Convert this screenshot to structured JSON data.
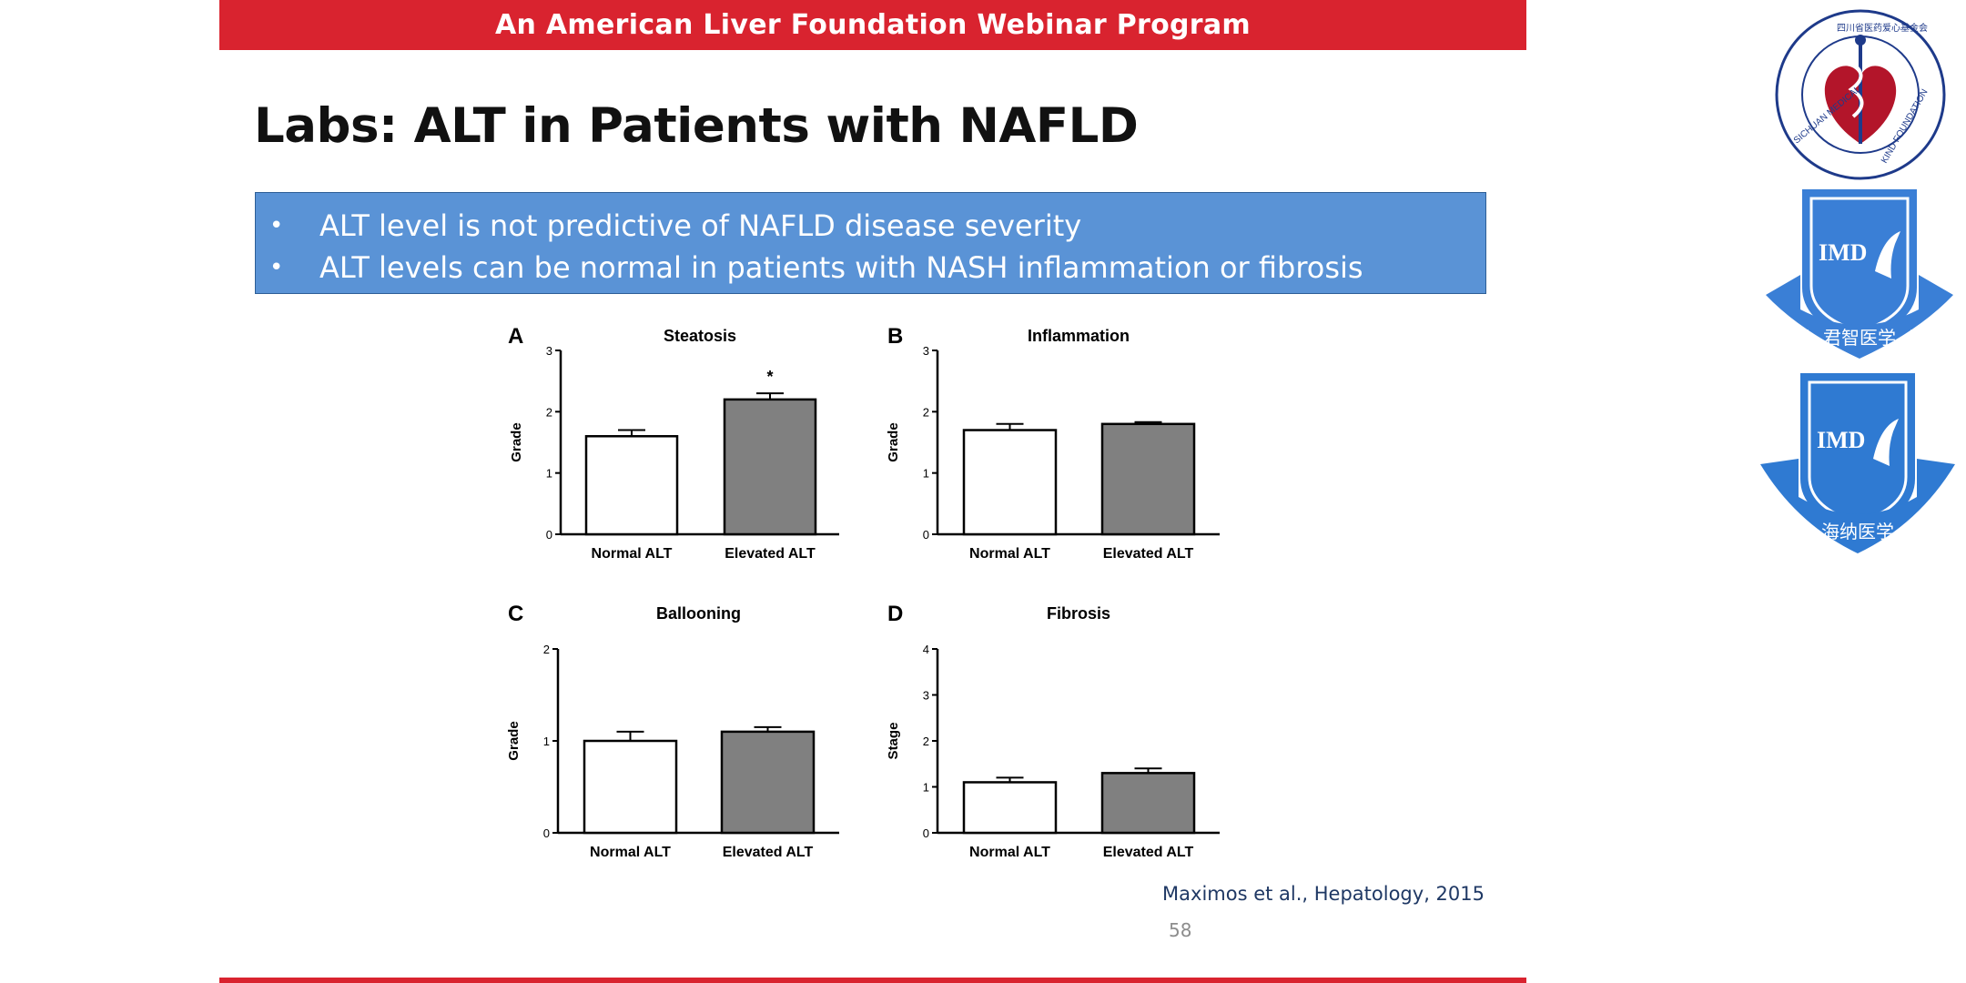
{
  "slide": {
    "banner": "An American Liver Foundation Webinar Program",
    "title": "Labs: ALT in Patients with NAFLD",
    "bullets": [
      "ALT level is not predictive of NAFLD disease severity",
      "ALT levels can be normal in patients with NASH inflammation or fibrosis"
    ],
    "citation": "Maximos et al., Hepatology, 2015",
    "page_number": "58"
  },
  "logos": {
    "foundation": {
      "ring_text": "四川省医药爱心基金会 · SICHUAN MEDICAL KIND FOUNDATION",
      "icon": "caduceus-heart-icon"
    },
    "imd_top": {
      "mark": "IMD",
      "ribbon": "★ 君智医学 ★",
      "icon": "bird-shield-icon"
    },
    "imd_bottom": {
      "mark": "IMD",
      "ribbon": "★ 海纳医学 ★",
      "icon": "bird-shield-icon"
    }
  },
  "colors": {
    "banner": "#d9232f",
    "bullet_box": "#5a93d6",
    "bar_normal": "#ffffff",
    "bar_elevated": "#808080",
    "logo_blue": "#3a7fd6"
  },
  "chart_data": [
    {
      "type": "bar",
      "panel": "A",
      "title": "Steatosis",
      "xlabel": "",
      "ylabel": "Grade",
      "categories": [
        "Normal ALT",
        "Elevated ALT"
      ],
      "values": [
        1.6,
        2.2
      ],
      "errors": [
        0.1,
        0.1
      ],
      "ylim": [
        0,
        3
      ],
      "yticks": [
        "0",
        "1",
        "2",
        "3"
      ],
      "annotation": "*"
    },
    {
      "type": "bar",
      "panel": "B",
      "title": "Inflammation",
      "xlabel": "",
      "ylabel": "Grade",
      "categories": [
        "Normal ALT",
        "Elevated ALT"
      ],
      "values": [
        1.7,
        1.8
      ],
      "errors": [
        0.1,
        0.03
      ],
      "ylim": [
        0,
        3
      ],
      "yticks": [
        "0",
        "1",
        "2",
        "3"
      ],
      "annotation": ""
    },
    {
      "type": "bar",
      "panel": "C",
      "title": "Ballooning",
      "xlabel": "",
      "ylabel": "Grade",
      "categories": [
        "Normal ALT",
        "Elevated ALT"
      ],
      "values": [
        1.0,
        1.1
      ],
      "errors": [
        0.1,
        0.05
      ],
      "ylim": [
        0,
        2
      ],
      "yticks": [
        "0",
        "1",
        "2"
      ],
      "annotation": ""
    },
    {
      "type": "bar",
      "panel": "D",
      "title": "Fibrosis",
      "xlabel": "",
      "ylabel": "Stage",
      "categories": [
        "Normal ALT",
        "Elevated ALT"
      ],
      "values": [
        1.1,
        1.3
      ],
      "errors": [
        0.1,
        0.1
      ],
      "ylim": [
        0,
        4
      ],
      "yticks": [
        "0",
        "1",
        "2",
        "3",
        "4"
      ],
      "annotation": ""
    }
  ]
}
